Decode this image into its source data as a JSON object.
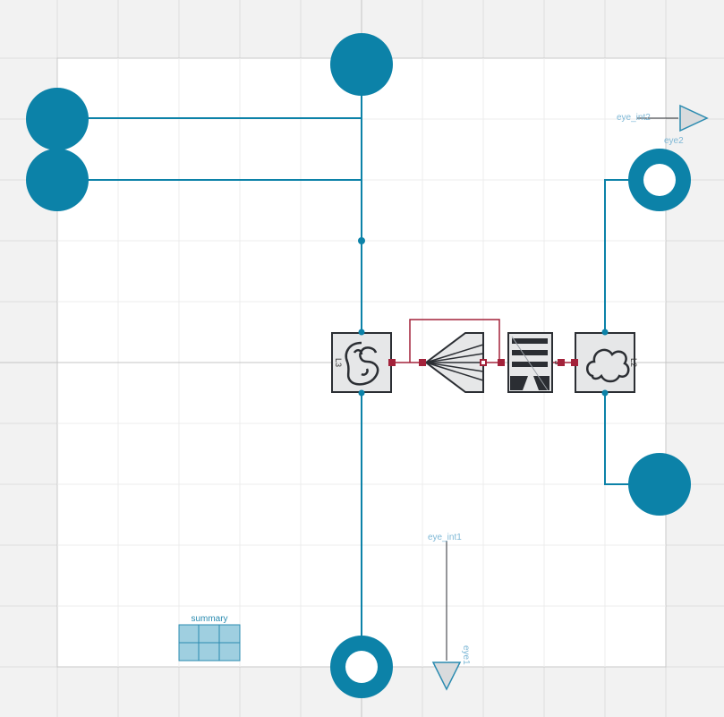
{
  "diagram": {
    "labels": {
      "eye_int2": "eye_int2",
      "eye2": "eye2",
      "eye_int1": "eye_int1",
      "eye1": "eye1",
      "summary": "summary",
      "comp_left": "L3",
      "comp_right": "L2",
      "comp_mid": "3"
    },
    "colors": {
      "wire": "#0c82a8",
      "port": "#0c82a8",
      "red_wire": "#a3223a",
      "block_fill": "#e6e7e8",
      "block_stroke": "#2b2e33"
    }
  }
}
